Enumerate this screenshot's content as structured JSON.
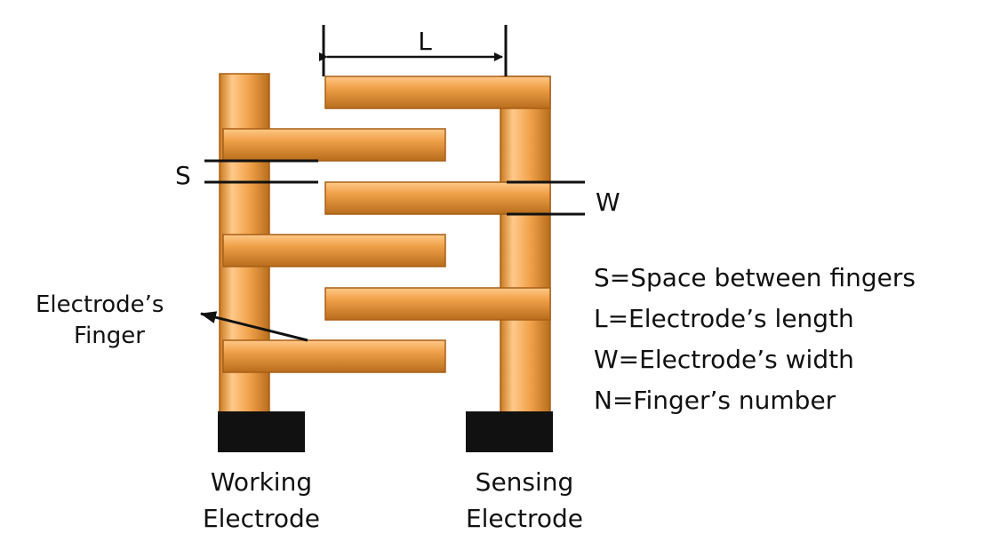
{
  "labels": {
    "length": "L",
    "space": "S",
    "width": "W",
    "finger_line1": "Electrode’s",
    "finger_line2": "Finger",
    "working_line1": "Working",
    "working_line2": "Electrode",
    "sensing_line1": "Sensing",
    "sensing_line2": "Electrode"
  },
  "legend": [
    "S=Space between fingers",
    "L=Electrode’s length",
    "W=Electrode’s width",
    "N=Finger’s number"
  ],
  "colors": {
    "electrode": "#f0a24a",
    "electrode_dark": "#c97a22",
    "electrode_light": "#ffc98a",
    "pad": "#111111"
  }
}
